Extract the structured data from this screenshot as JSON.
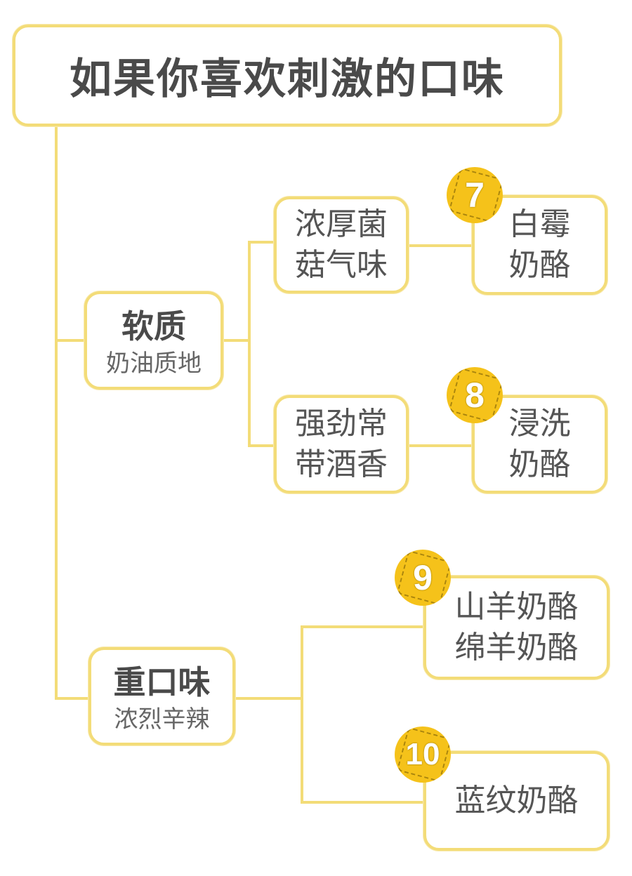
{
  "title": "如果你喜欢刺激的口味",
  "soft": {
    "title": "软质",
    "subtitle": "奶油质地"
  },
  "soft_a": {
    "line1": "浓厚菌",
    "line2": "菇气味",
    "badge": "7",
    "result_line1": "白霉",
    "result_line2": "奶酪"
  },
  "soft_b": {
    "line1": "强劲常",
    "line2": "带酒香",
    "badge": "8",
    "result_line1": "浸洗",
    "result_line2": "奶酪"
  },
  "strong": {
    "title": "重口味",
    "subtitle": "浓烈辛辣"
  },
  "strong_a": {
    "badge": "9",
    "result_line1": "山羊奶酪",
    "result_line2": "绵羊奶酪"
  },
  "strong_b": {
    "badge": "10",
    "result_line1": "蓝纹奶酪"
  },
  "colors": {
    "border": "#f3dc78",
    "badge": "#f5c21a",
    "text": "#555555"
  }
}
